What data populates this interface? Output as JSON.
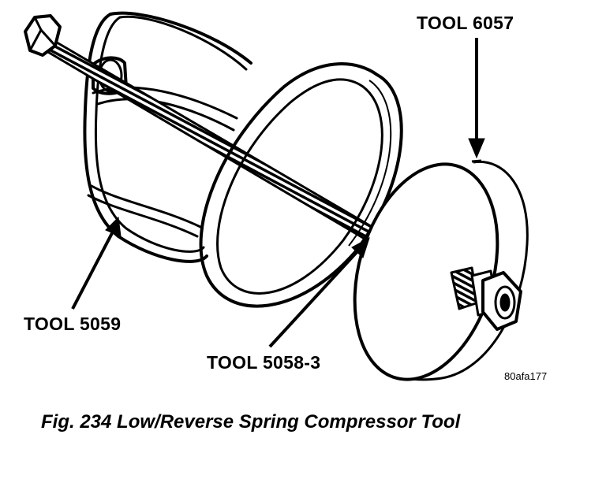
{
  "callouts": {
    "tool_6057": "TOOL 6057",
    "tool_5059": "TOOL 5059",
    "tool_5058_3": "TOOL 5058-3"
  },
  "figure_code": "80afa177",
  "caption": "Fig. 234 Low/Reverse Spring Compressor Tool",
  "colors": {
    "ink": "#000000",
    "paper": "#ffffff"
  }
}
